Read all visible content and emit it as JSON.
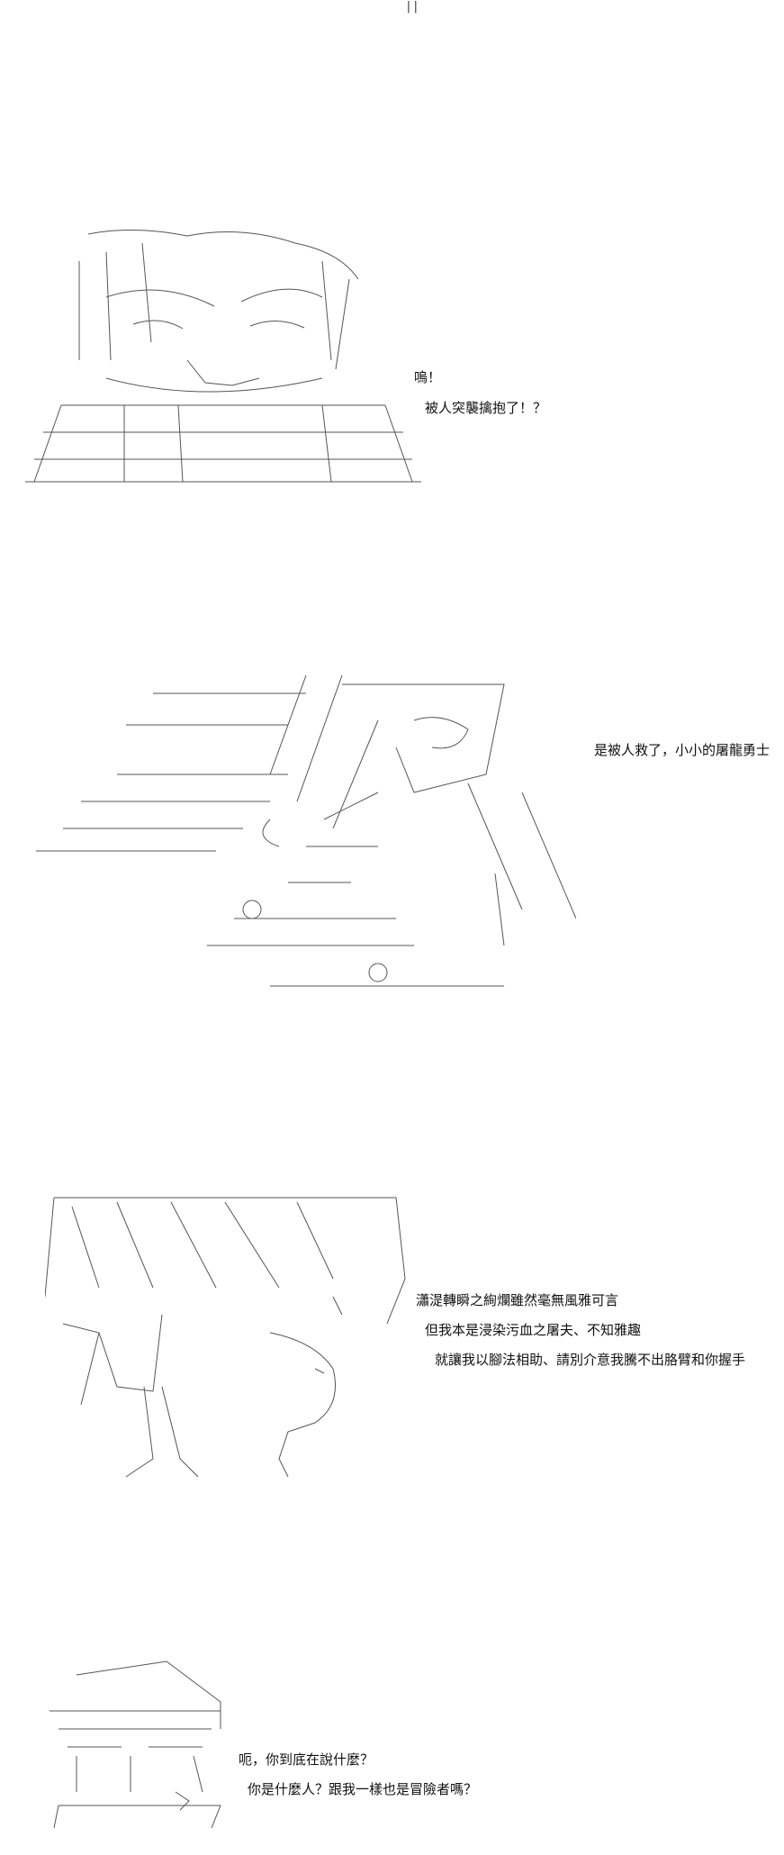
{
  "top_mark": "||",
  "panels": [
    {
      "id": "p1",
      "lines": [
        "嗚！",
        "被人突襲擒抱了！？"
      ]
    },
    {
      "id": "p2",
      "lines": [
        "是被人救了，小小的屠龍勇士"
      ]
    },
    {
      "id": "p3",
      "lines": [
        "瀟湜轉瞬之絢爛雖然毫無風雅可言",
        "但我本是浸染污血之屠夫、不知雅趣",
        "就讓我以腳法相助、請別介意我騰不出胳臂和你握手"
      ]
    },
    {
      "id": "p4",
      "lines": [
        "呃，你到底在說什麼？",
        "你是什麼人？跟我一樣也是冒險者嗎？"
      ]
    }
  ]
}
